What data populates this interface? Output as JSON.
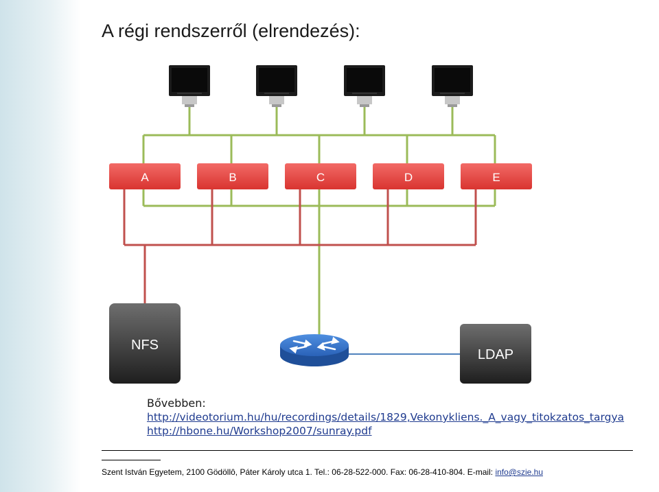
{
  "title": "A régi rendszerről (elrendezés):",
  "terminals": [
    {
      "name": "terminal-1"
    },
    {
      "name": "terminal-2"
    },
    {
      "name": "terminal-3"
    },
    {
      "name": "terminal-4"
    }
  ],
  "servers": [
    "A",
    "B",
    "C",
    "D",
    "E"
  ],
  "storage": {
    "nfs": "NFS",
    "ldap": "LDAP"
  },
  "router_icon": "router-icon",
  "colors": {
    "server_box": "#e8403d",
    "network_line": "#9bbb59",
    "storage_line": "#c0504d",
    "ldap_line": "#4f81bd",
    "dark_box": "#3a3a3a",
    "router": "#2e6fc0"
  },
  "more_info": {
    "label": "Bővebben:",
    "link1": "http://videotorium.hu/hu/recordings/details/1829,Vekonykliens._A_vagy_titokzatos_targya",
    "link2": "http://hbone.hu/Workshop2007/sunray.pdf"
  },
  "footer": {
    "text": "Szent István Egyetem, 2100 Gödöllô, Páter Károly utca 1. Tel.: 06-28-522-000. Fax: 06-28-410-804. E-mail: ",
    "email": "info@szie.hu"
  }
}
